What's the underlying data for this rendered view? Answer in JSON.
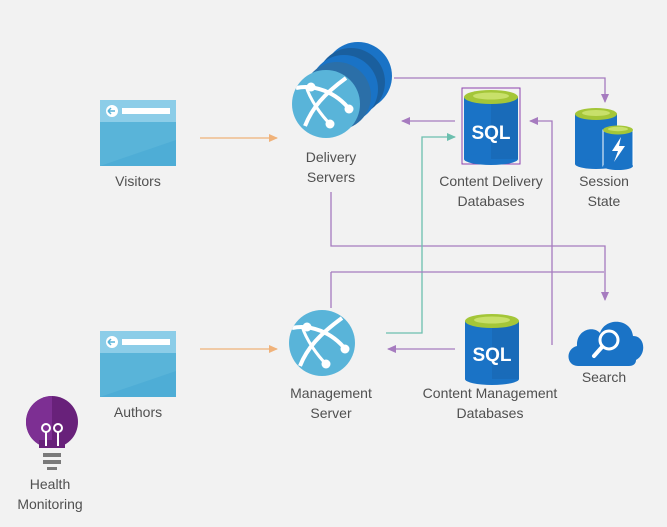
{
  "nodes": {
    "visitors": {
      "label": "Visitors"
    },
    "authors": {
      "label": "Authors"
    },
    "delivery_servers": {
      "label_line1": "Delivery",
      "label_line2": "Servers"
    },
    "management_server": {
      "label_line1": "Management",
      "label_line2": "Server"
    },
    "content_delivery_db": {
      "label_line1": "Content Delivery",
      "label_line2": "Databases",
      "icon_text": "SQL"
    },
    "content_management_db": {
      "label_line1": "Content Management",
      "label_line2": "Databases",
      "icon_text": "SQL"
    },
    "session_state": {
      "label_line1": "Session",
      "label_line2": "State"
    },
    "search": {
      "label": "Search"
    },
    "health_monitoring": {
      "label_line1": "Health",
      "label_line2": "Monitoring"
    }
  },
  "colors": {
    "background": "#f2f2f2",
    "arrow_orange": "#f0b27a",
    "arrow_purple": "#a67bbf",
    "arrow_teal": "#6cbfae",
    "azure_blue": "#1a73c6",
    "light_blue": "#59b4d9",
    "sql_highlight": "#a4c638",
    "bulb_purple": "#68217a",
    "label_gray": "#505050"
  }
}
